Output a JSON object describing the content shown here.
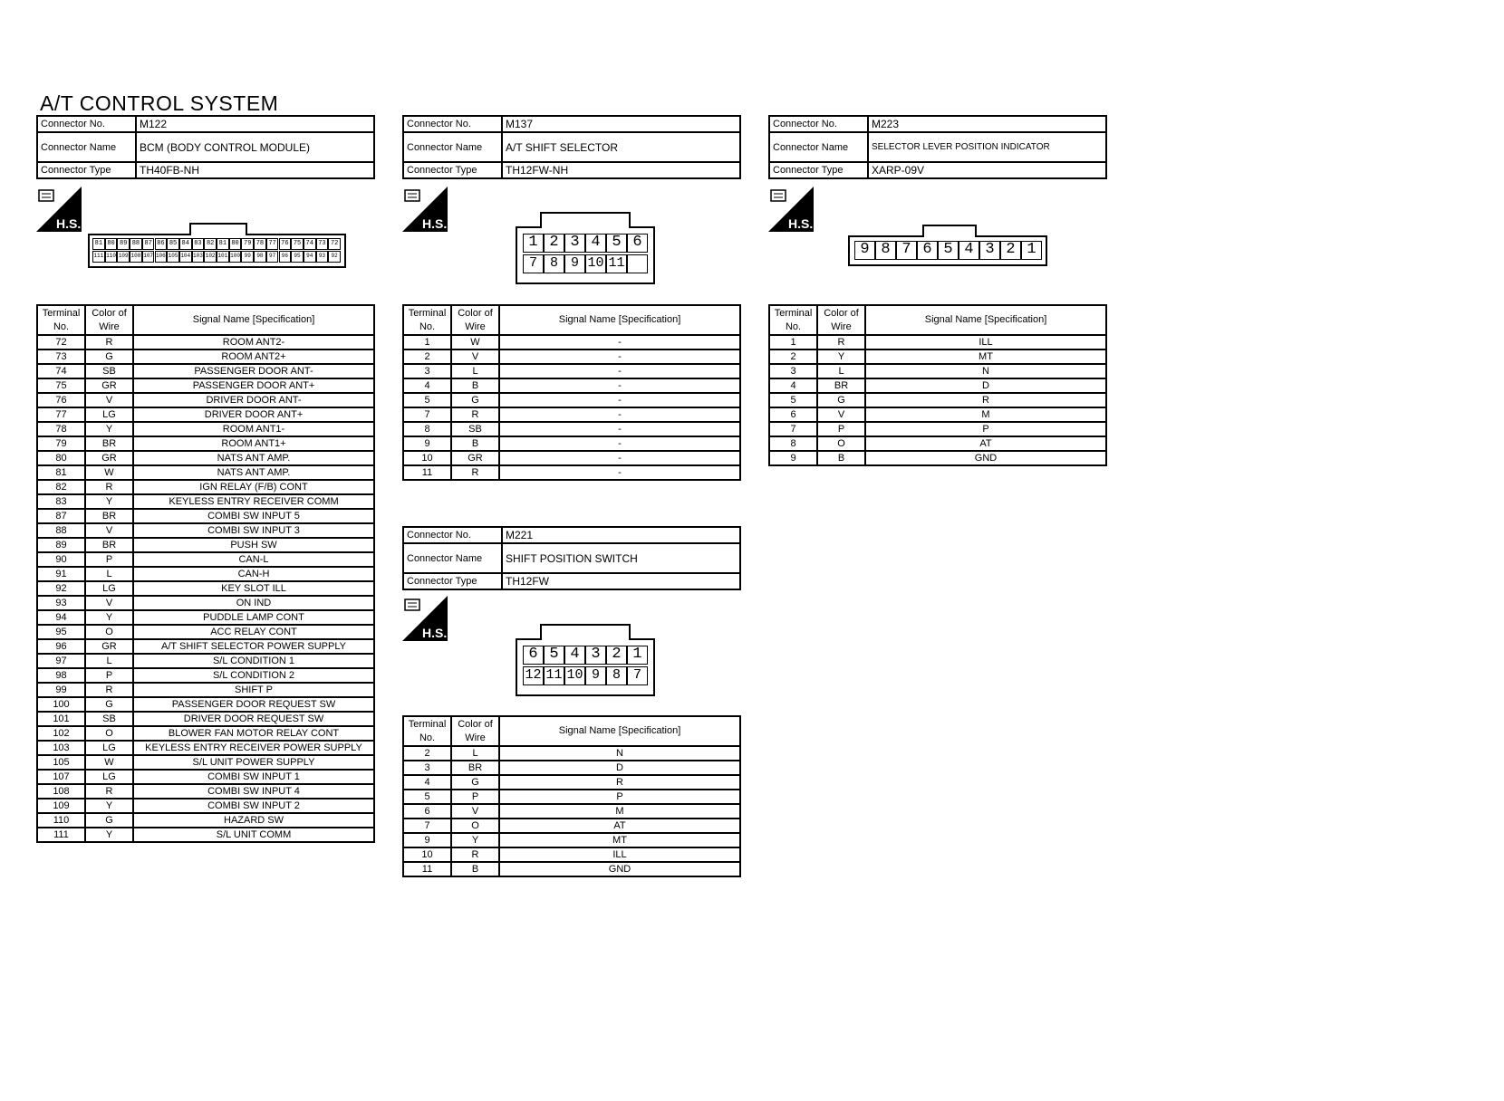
{
  "page_title": "A/T CONTROL SYSTEM",
  "labels": {
    "connector_no": "Connector No.",
    "connector_name": "Connector Name",
    "connector_type": "Connector Type",
    "terminal": "Terminal No.",
    "color": "Color of Wire",
    "signal": "Signal Name [Specification]",
    "hs_badge": "H.S."
  },
  "connectors": [
    {
      "no": "M122",
      "name": "BCM (BODY CONTROL MODULE)",
      "type": "TH40FB-NH",
      "pins_top": [
        "81",
        "80",
        "89",
        "88",
        "87",
        "86",
        "85",
        "84",
        "83",
        "82",
        "81",
        "80",
        "79",
        "78",
        "77",
        "76",
        "75",
        "74",
        "73",
        "72"
      ],
      "pins_bottom": [
        "111",
        "110",
        "109",
        "108",
        "107",
        "106",
        "105",
        "104",
        "103",
        "102",
        "101",
        "100",
        "99",
        "98",
        "97",
        "96",
        "95",
        "94",
        "93",
        "92"
      ],
      "rows": [
        [
          "72",
          "R",
          "ROOM ANT2-"
        ],
        [
          "73",
          "G",
          "ROOM ANT2+"
        ],
        [
          "74",
          "SB",
          "PASSENGER DOOR ANT-"
        ],
        [
          "75",
          "GR",
          "PASSENGER DOOR ANT+"
        ],
        [
          "76",
          "V",
          "DRIVER DOOR ANT-"
        ],
        [
          "77",
          "LG",
          "DRIVER DOOR ANT+"
        ],
        [
          "78",
          "Y",
          "ROOM ANT1-"
        ],
        [
          "79",
          "BR",
          "ROOM ANT1+"
        ],
        [
          "80",
          "GR",
          "NATS ANT AMP."
        ],
        [
          "81",
          "W",
          "NATS ANT AMP."
        ],
        [
          "82",
          "R",
          "IGN RELAY (F/B) CONT"
        ],
        [
          "83",
          "Y",
          "KEYLESS ENTRY RECEIVER COMM"
        ],
        [
          "87",
          "BR",
          "COMBI SW INPUT 5"
        ],
        [
          "88",
          "V",
          "COMBI SW INPUT 3"
        ],
        [
          "89",
          "BR",
          "PUSH SW"
        ],
        [
          "90",
          "P",
          "CAN-L"
        ],
        [
          "91",
          "L",
          "CAN-H"
        ],
        [
          "92",
          "LG",
          "KEY SLOT ILL"
        ],
        [
          "93",
          "V",
          "ON IND"
        ],
        [
          "94",
          "Y",
          "PUDDLE LAMP CONT"
        ],
        [
          "95",
          "O",
          "ACC RELAY CONT"
        ],
        [
          "96",
          "GR",
          "A/T SHIFT SELECTOR POWER SUPPLY"
        ],
        [
          "97",
          "L",
          "S/L CONDITION 1"
        ],
        [
          "98",
          "P",
          "S/L CONDITION 2"
        ],
        [
          "99",
          "R",
          "SHIFT P"
        ],
        [
          "100",
          "G",
          "PASSENGER DOOR REQUEST SW"
        ],
        [
          "101",
          "SB",
          "DRIVER DOOR REQUEST SW"
        ],
        [
          "102",
          "O",
          "BLOWER FAN MOTOR RELAY CONT"
        ],
        [
          "103",
          "LG",
          "KEYLESS ENTRY RECEIVER POWER SUPPLY"
        ],
        [
          "105",
          "W",
          "S/L UNIT POWER SUPPLY"
        ],
        [
          "107",
          "LG",
          "COMBI SW INPUT 1"
        ],
        [
          "108",
          "R",
          "COMBI SW INPUT 4"
        ],
        [
          "109",
          "Y",
          "COMBI SW INPUT 2"
        ],
        [
          "110",
          "G",
          "HAZARD SW"
        ],
        [
          "111",
          "Y",
          "S/L UNIT COMM"
        ]
      ]
    },
    {
      "no": "M137",
      "name": "A/T SHIFT SELECTOR",
      "type": "TH12FW-NH",
      "pins_top": [
        "1",
        "2",
        "3",
        "4",
        "5",
        "6"
      ],
      "pins_bottom": [
        "7",
        "8",
        "9",
        "10",
        "11",
        ""
      ],
      "rows": [
        [
          "1",
          "W",
          "-"
        ],
        [
          "2",
          "V",
          "-"
        ],
        [
          "3",
          "L",
          "-"
        ],
        [
          "4",
          "B",
          "-"
        ],
        [
          "5",
          "G",
          "-"
        ],
        [
          "7",
          "R",
          "-"
        ],
        [
          "8",
          "SB",
          "-"
        ],
        [
          "9",
          "B",
          "-"
        ],
        [
          "10",
          "GR",
          "-"
        ],
        [
          "11",
          "R",
          "-"
        ]
      ]
    },
    {
      "no": "M223",
      "name": "SELECTOR LEVER POSITION INDICATOR",
      "type": "XARP-09V",
      "pins_top": [
        "9",
        "8",
        "7",
        "6",
        "5",
        "4",
        "3",
        "2",
        "1"
      ],
      "rows": [
        [
          "1",
          "R",
          "ILL"
        ],
        [
          "2",
          "Y",
          "MT"
        ],
        [
          "3",
          "L",
          "N"
        ],
        [
          "4",
          "BR",
          "D"
        ],
        [
          "5",
          "G",
          "R"
        ],
        [
          "6",
          "V",
          "M"
        ],
        [
          "7",
          "P",
          "P"
        ],
        [
          "8",
          "O",
          "AT"
        ],
        [
          "9",
          "B",
          "GND"
        ]
      ]
    },
    {
      "no": "M221",
      "name": "SHIFT POSITION SWITCH",
      "type": "TH12FW",
      "pins_top": [
        "6",
        "5",
        "4",
        "3",
        "2",
        "1"
      ],
      "pins_bottom": [
        "12",
        "11",
        "10",
        "9",
        "8",
        "7"
      ],
      "rows": [
        [
          "2",
          "L",
          "N"
        ],
        [
          "3",
          "BR",
          "D"
        ],
        [
          "4",
          "G",
          "R"
        ],
        [
          "5",
          "P",
          "P"
        ],
        [
          "6",
          "V",
          "M"
        ],
        [
          "7",
          "O",
          "AT"
        ],
        [
          "9",
          "Y",
          "MT"
        ],
        [
          "10",
          "R",
          "ILL"
        ],
        [
          "11",
          "B",
          "GND"
        ]
      ]
    }
  ]
}
